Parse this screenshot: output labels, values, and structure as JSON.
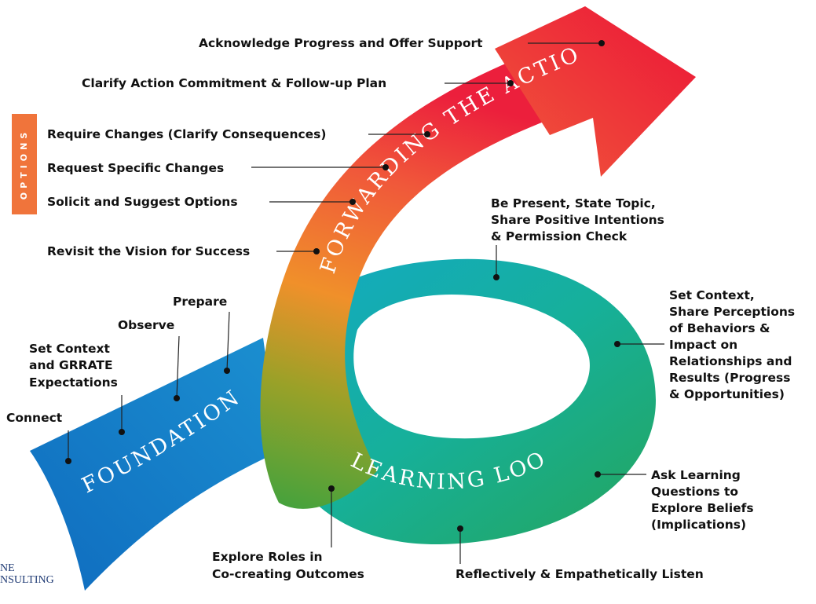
{
  "colors": {
    "foundation_blue": "#1a78c6",
    "loop_teal": "#18aa9c",
    "loop_green": "#1fa765",
    "orange": "#f0882a",
    "red": "#ec1b3b",
    "options_orange": "#f0743b",
    "logo_blue": "#1f3a74"
  },
  "sections": {
    "foundation": "FOUNDATION",
    "learning_loop": "LEARNING LOOP",
    "forwarding": "FORWARDING THE ACTION"
  },
  "options_tab": "OPTIONS",
  "steps": [
    {
      "id": "connect",
      "lines": [
        "Connect"
      ]
    },
    {
      "id": "set-context-grrate",
      "lines": [
        "Set Context",
        "and GRRATE",
        "Expectations"
      ]
    },
    {
      "id": "observe",
      "lines": [
        "Observe"
      ]
    },
    {
      "id": "prepare",
      "lines": [
        "Prepare"
      ]
    },
    {
      "id": "be-present",
      "lines": [
        "Be Present, State Topic,",
        "Share Positive Intentions",
        "& Permission Check"
      ]
    },
    {
      "id": "set-context-perceptions",
      "lines": [
        "Set Context,",
        "Share Perceptions",
        "of Behaviors &",
        "Impact on",
        "Relationships and",
        "Results (Progress",
        "& Opportunities)"
      ]
    },
    {
      "id": "ask-learning",
      "lines": [
        "Ask Learning",
        "Questions to",
        "Explore Beliefs",
        "(Implications)"
      ]
    },
    {
      "id": "reflectively-listen",
      "lines": [
        "Reflectively & Empathetically Listen"
      ]
    },
    {
      "id": "explore-roles",
      "lines": [
        "Explore Roles in",
        "Co-creating Outcomes"
      ]
    },
    {
      "id": "revisit-vision",
      "lines": [
        "Revisit the Vision for Success"
      ]
    },
    {
      "id": "solicit-options",
      "lines": [
        "Solicit and Suggest Options"
      ]
    },
    {
      "id": "request-changes",
      "lines": [
        "Request Specific Changes"
      ]
    },
    {
      "id": "require-changes",
      "lines": [
        "Require Changes (Clarify Consequences)"
      ]
    },
    {
      "id": "clarify-action",
      "lines": [
        "Clarify Action Commitment & Follow-up Plan"
      ]
    },
    {
      "id": "acknowledge-progress",
      "lines": [
        "Acknowledge Progress and Offer Support"
      ]
    }
  ],
  "logo": {
    "line1": "NE",
    "line2": "NSULTING"
  }
}
